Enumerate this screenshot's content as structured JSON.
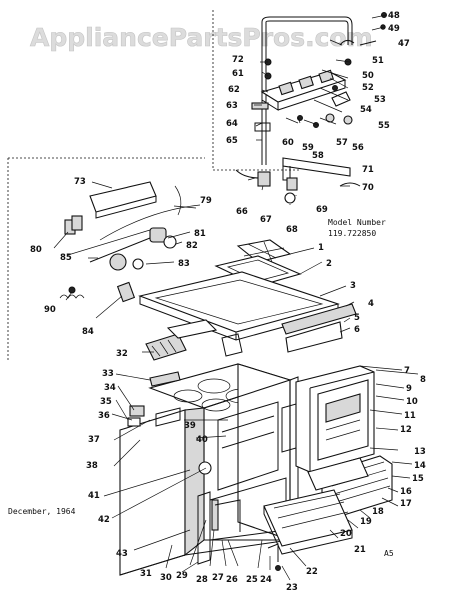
{
  "watermark": "AppliancePartsPros.com",
  "model_label": "Model Number",
  "model_number": "119.722850",
  "date": "December, 1964",
  "corner_code": "A5",
  "callouts": [
    {
      "id": "48",
      "text": "48"
    },
    {
      "id": "49",
      "text": "49"
    },
    {
      "id": "47",
      "text": "47"
    },
    {
      "id": "51",
      "text": "51"
    },
    {
      "id": "50",
      "text": "50"
    },
    {
      "id": "52",
      "text": "52"
    },
    {
      "id": "53",
      "text": "53"
    },
    {
      "id": "54",
      "text": "54"
    },
    {
      "id": "55",
      "text": "55"
    },
    {
      "id": "56",
      "text": "56"
    },
    {
      "id": "57",
      "text": "57"
    },
    {
      "id": "58",
      "text": "58"
    },
    {
      "id": "59",
      "text": "59"
    },
    {
      "id": "60",
      "text": "60"
    },
    {
      "id": "72",
      "text": "72"
    },
    {
      "id": "61",
      "text": "61"
    },
    {
      "id": "62",
      "text": "62"
    },
    {
      "id": "63",
      "text": "63"
    },
    {
      "id": "64",
      "text": "64"
    },
    {
      "id": "65",
      "text": "65"
    },
    {
      "id": "66",
      "text": "66"
    },
    {
      "id": "67",
      "text": "67"
    },
    {
      "id": "68",
      "text": "68"
    },
    {
      "id": "69",
      "text": "69"
    },
    {
      "id": "70",
      "text": "70"
    },
    {
      "id": "71",
      "text": "71"
    },
    {
      "id": "73",
      "text": "73"
    },
    {
      "id": "79",
      "text": "79"
    },
    {
      "id": "81",
      "text": "81"
    },
    {
      "id": "82",
      "text": "82"
    },
    {
      "id": "83",
      "text": "83"
    },
    {
      "id": "85",
      "text": "85"
    },
    {
      "id": "80",
      "text": "80"
    },
    {
      "id": "90",
      "text": "90"
    },
    {
      "id": "84",
      "text": "84"
    },
    {
      "id": "1",
      "text": "1"
    },
    {
      "id": "2",
      "text": "2"
    },
    {
      "id": "3",
      "text": "3"
    },
    {
      "id": "4",
      "text": "4"
    },
    {
      "id": "5",
      "text": "5"
    },
    {
      "id": "6",
      "text": "6"
    },
    {
      "id": "32",
      "text": "32"
    },
    {
      "id": "7",
      "text": "7"
    },
    {
      "id": "8",
      "text": "8"
    },
    {
      "id": "9",
      "text": "9"
    },
    {
      "id": "10",
      "text": "10"
    },
    {
      "id": "11",
      "text": "11"
    },
    {
      "id": "12",
      "text": "12"
    },
    {
      "id": "13",
      "text": "13"
    },
    {
      "id": "14",
      "text": "14"
    },
    {
      "id": "15",
      "text": "15"
    },
    {
      "id": "16",
      "text": "16"
    },
    {
      "id": "17",
      "text": "17"
    },
    {
      "id": "18",
      "text": "18"
    },
    {
      "id": "19",
      "text": "19"
    },
    {
      "id": "20",
      "text": "20"
    },
    {
      "id": "21",
      "text": "21"
    },
    {
      "id": "22",
      "text": "22"
    },
    {
      "id": "23",
      "text": "23"
    },
    {
      "id": "24",
      "text": "24"
    },
    {
      "id": "25",
      "text": "25"
    },
    {
      "id": "26",
      "text": "26"
    },
    {
      "id": "27",
      "text": "27"
    },
    {
      "id": "28",
      "text": "28"
    },
    {
      "id": "29",
      "text": "29"
    },
    {
      "id": "30",
      "text": "30"
    },
    {
      "id": "31",
      "text": "31"
    },
    {
      "id": "33",
      "text": "33"
    },
    {
      "id": "34",
      "text": "34"
    },
    {
      "id": "35",
      "text": "35"
    },
    {
      "id": "36",
      "text": "36"
    },
    {
      "id": "37",
      "text": "37"
    },
    {
      "id": "38",
      "text": "38"
    },
    {
      "id": "39",
      "text": "39"
    },
    {
      "id": "40",
      "text": "40"
    },
    {
      "id": "41",
      "text": "41"
    },
    {
      "id": "42",
      "text": "42"
    },
    {
      "id": "43",
      "text": "43"
    }
  ]
}
